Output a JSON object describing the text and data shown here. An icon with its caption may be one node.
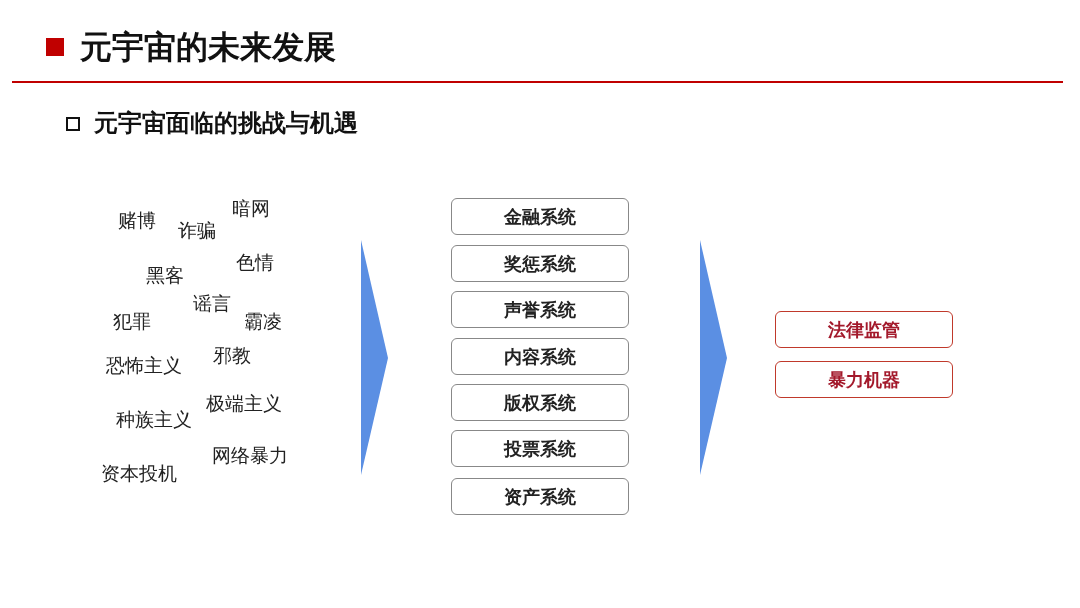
{
  "diagram": {
    "title": "元宇宙的未来发展",
    "nodes": [
      {
        "text": [
          "金融系统"
        ]
      },
      {
        "text": [
          "奖惩系统"
        ]
      },
      {
        "text": [
          "声誉系统"
        ]
      },
      {
        "text": [
          "内容系统"
        ]
      },
      {
        "text": [
          "版权系统"
        ]
      },
      {
        "text": [
          "投票系统"
        ]
      },
      {
        "text": [
          "资产系统"
        ]
      },
      {
        "text": [
          "法律监管"
        ]
      },
      {
        "text": [
          "暴力机器"
        ]
      }
    ],
    "labels": [
      "元宇宙面临的挑战与机遇",
      "暗网",
      "赌博",
      "诈骗",
      "色情",
      "黑客",
      "谣言",
      "犯罪",
      "霸凌",
      "邪教",
      "恐怖主义",
      "极端主义",
      "种族主义",
      "网络暴力",
      "资本投机"
    ]
  }
}
